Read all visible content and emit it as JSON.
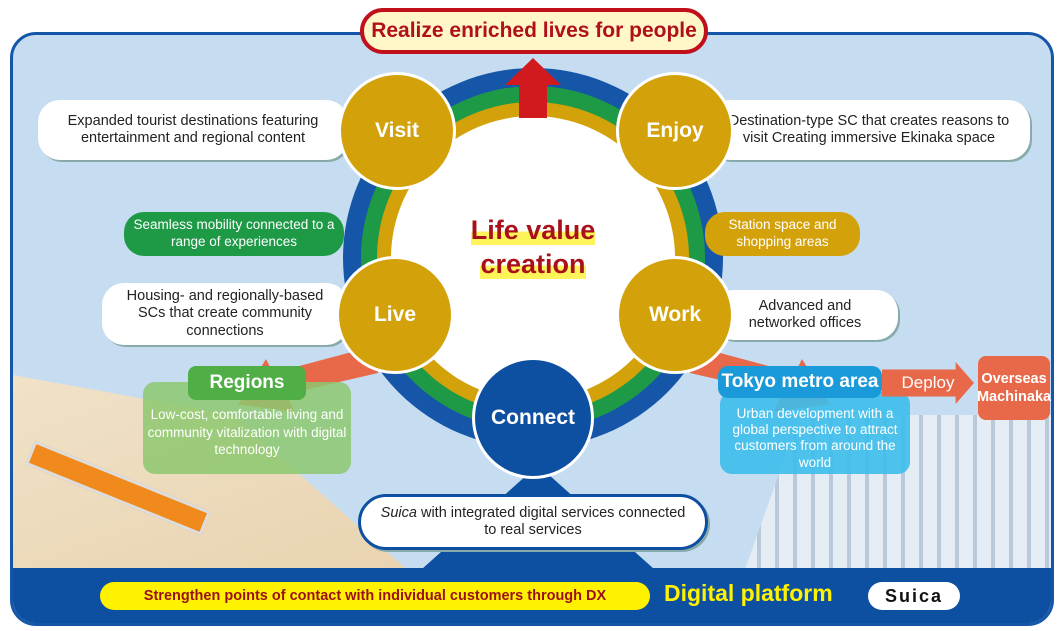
{
  "title": "Realize enriched lives for people",
  "center": {
    "line1": "Life value",
    "line2": "creation"
  },
  "nodes": {
    "visit": "Visit",
    "enjoy": "Enjoy",
    "live": "Live",
    "work": "Work",
    "connect": "Connect"
  },
  "boxes": {
    "visit": "Expanded tourist destinations featuring entertainment and regional content",
    "enjoy": "Destination-type SC that creates reasons to visit Creating immersive Ekinaka space",
    "mobility": "Seamless mobility connected to a range of experiences",
    "station": "Station space and shopping areas",
    "live": "Housing- and regionally-based SCs that create community connections",
    "work": "Advanced and networked offices"
  },
  "regions": {
    "title": "Regions",
    "text": "Low-cost, comfortable living and community vitalization with digital technology"
  },
  "tokyo": {
    "title": "Tokyo metro area",
    "deploy": "Deploy",
    "text": "Urban development with a global perspective to attract customers from around the world"
  },
  "overseas": "Overseas Machinaka",
  "suica_box": {
    "italic": "Suica",
    "rest": " with integrated digital services connected to real services"
  },
  "bottom": {
    "strengthen": "Strengthen points of contact with individual customers through DX",
    "platform": "Digital platform",
    "logo": "Suica"
  },
  "colors": {
    "blue": "#1656a8",
    "gold": "#d3a20b",
    "green": "#1e9a47",
    "orange": "#e8694a",
    "red": "#c0101c"
  }
}
